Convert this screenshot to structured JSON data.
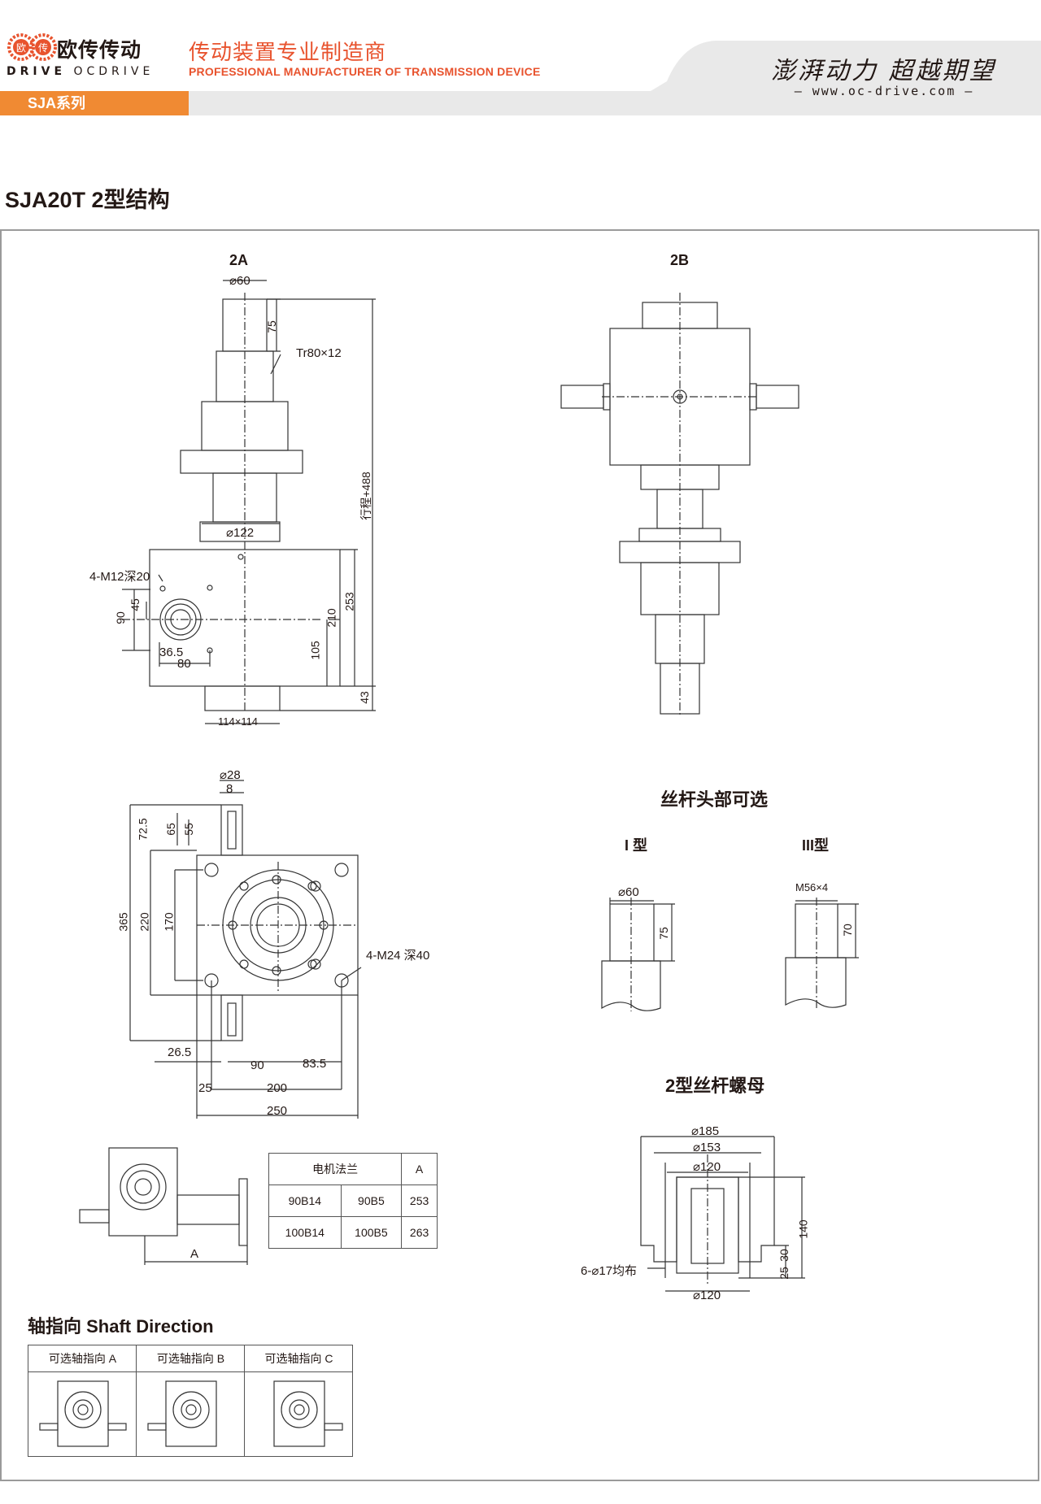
{
  "header": {
    "brand_cn": "欧传传动",
    "brand_en_prefix": "DRIVE",
    "brand_en": "OCDRIVE",
    "logo_char_1": "欧",
    "logo_char_2": "传",
    "tagline_cn": "传动装置专业制造商",
    "tagline_en": "PROFESSIONAL MANUFACTURER OF TRANSMISSION DEVICE",
    "slogan": "澎湃动力 超越期望",
    "website": "www.oc-drive.com",
    "series": "SJA系列",
    "accent_color": "#e8532e",
    "badge_color": "#f08a33"
  },
  "title": "SJA20T 2型结构",
  "view_2a": {
    "label": "2A",
    "dims": {
      "d60": "⌀60",
      "d75": "75",
      "thread": "Tr80×12",
      "stroke": "行程+488",
      "d122": "⌀122",
      "holes": "4-M12深20",
      "d45": "45",
      "d90": "90",
      "d210": "210",
      "d253": "253",
      "d105": "105",
      "d36_5": "36.5",
      "d80": "80",
      "d43": "43",
      "d114": "114×114"
    }
  },
  "view_2b": {
    "label": "2B"
  },
  "plan_view": {
    "dims": {
      "d28": "⌀28",
      "d8": "8",
      "d72_5": "72.5",
      "d65": "65",
      "d55": "55",
      "d365": "365",
      "d220": "220",
      "d170": "170",
      "holes": "4-M24 深40",
      "d26_5": "26.5",
      "d90": "90",
      "d83_5": "83.5",
      "d25": "25",
      "d200": "200",
      "d250": "250"
    }
  },
  "motor_view": {
    "dim_a": "A"
  },
  "flange_table": {
    "header_1": "电机法兰",
    "header_2": "A",
    "rows": [
      {
        "f1": "90B14",
        "f2": "90B5",
        "a": "253"
      },
      {
        "f1": "100B14",
        "f2": "100B5",
        "a": "263"
      }
    ]
  },
  "screw_heads": {
    "title": "丝杆头部可选",
    "type1": {
      "label": "I 型",
      "dia": "⌀60",
      "len": "75"
    },
    "type3": {
      "label": "III型",
      "thread": "M56×4",
      "len": "70"
    }
  },
  "nut": {
    "title": "2型丝杆螺母",
    "d185": "⌀185",
    "d153": "⌀153",
    "d120_top": "⌀120",
    "d120_bottom": "⌀120",
    "holes": "6-⌀17均布",
    "d140": "140",
    "d30": "30",
    "d25": "25"
  },
  "shaft_direction": {
    "title": "轴指向 Shaft Direction",
    "options": [
      "可选轴指向 A",
      "可选轴指向 B",
      "可选轴指向 C"
    ]
  }
}
